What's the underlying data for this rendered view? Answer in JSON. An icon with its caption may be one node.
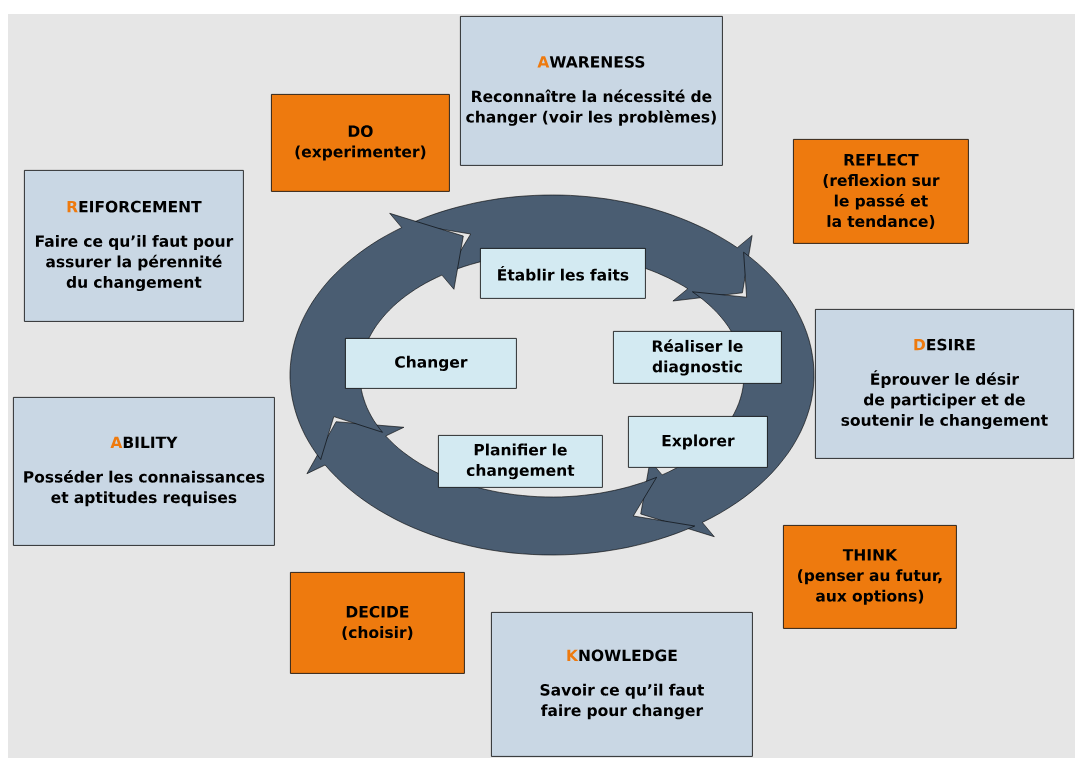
{
  "diagram": {
    "nodes": [
      {
        "text": [
          "AWARENESS",
          "Reconnaître la nécessité de changer (voir les problèmes)"
        ]
      },
      {
        "text": [
          "DO",
          "(experimenter)"
        ]
      },
      {
        "text": [
          "REFLECT",
          "(reflexion sur le passé et la tendance)"
        ]
      },
      {
        "text": [
          "REIFORCEMENT",
          "Faire ce qu’il faut pour assurer la pérennité du changement"
        ]
      },
      {
        "text": [
          "Établir les faits"
        ]
      },
      {
        "text": [
          "DESIRE",
          "Éprouver le désir de participer et de soutenir le changement"
        ]
      },
      {
        "text": [
          "Réaliser le diagnostic"
        ]
      },
      {
        "text": [
          "Changer"
        ]
      },
      {
        "text": [
          "ABILITY",
          "Posséder les connaissances et aptitudes requises"
        ]
      },
      {
        "text": [
          "Explorer"
        ]
      },
      {
        "text": [
          "Planifier le changement"
        ]
      },
      {
        "text": [
          "THINK",
          "(penser au futur, aux options)"
        ]
      },
      {
        "text": [
          "DECIDE",
          "(choisir)"
        ]
      },
      {
        "text": [
          "KNOWLEDGE",
          "Savoir ce qu’il faut faire pour changer"
        ]
      }
    ]
  }
}
